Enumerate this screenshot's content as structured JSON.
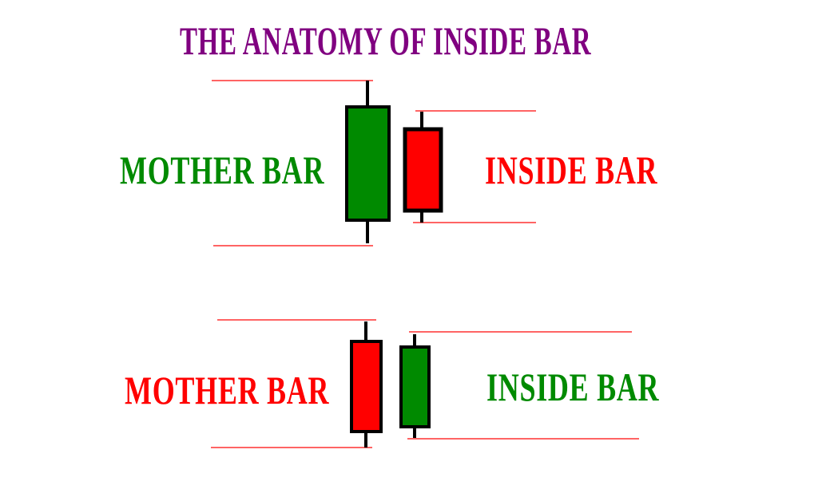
{
  "title": "THE ANATOMY OF INSIDE BAR",
  "colors": {
    "title": "#800080",
    "green": "#008a00",
    "red": "#ff0000",
    "line": "#ff3030",
    "outline": "#000000"
  },
  "top_example": {
    "mother_label": "MOTHER BAR",
    "inside_label": "INSIDE BAR",
    "mother_color": "green",
    "inside_color": "red"
  },
  "bottom_example": {
    "mother_label": "MOTHER BAR",
    "inside_label": "INSIDE BAR",
    "mother_color": "red",
    "inside_color": "green"
  }
}
